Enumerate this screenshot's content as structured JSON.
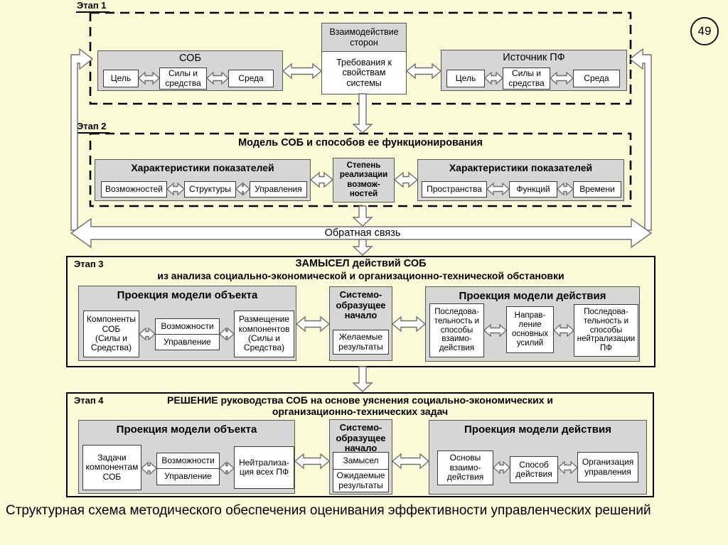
{
  "page": {
    "number": "49",
    "caption": "Структурная схема методического обеспечения оценивания эффективности управленческих решений"
  },
  "feedback": {
    "label": "Обратная связь"
  },
  "s1": {
    "label": "Этап 1",
    "left": {
      "title": "СОБ",
      "cells": [
        "Цель",
        "Силы и\nсредства",
        "Среда"
      ]
    },
    "center": {
      "header": "Взаимодействие\nсторон",
      "body": "Требования к\nсвойствам\nсистемы"
    },
    "right": {
      "title": "Источник ПФ",
      "cells": [
        "Цель",
        "Силы и\nсредства",
        "Среда"
      ]
    }
  },
  "s2": {
    "label": "Этап 2",
    "title": "Модель СОБ и способов ее функционирования",
    "left": {
      "title": "Характеристики показателей",
      "cells": [
        "Возможностей",
        "Структуры",
        "Управления"
      ]
    },
    "center": "Степень\nреализации\nвозмож-\nностей",
    "right": {
      "title": "Характеристики показателей",
      "cells": [
        "Пространства",
        "Функций",
        "Времени"
      ]
    }
  },
  "s3": {
    "label": "Этап 3",
    "title1": "ЗАМЫСЕЛ действий СОБ",
    "title2": "из анализа социально-экономической и организационно-технической обстановки",
    "left": {
      "title": "Проекция модели объекта",
      "a": "Компоненты\nСОБ\n(Силы и\nСредства)",
      "b1": "Возможности",
      "b2": "Управление",
      "c": "Размещение\nкомпонентов\n(Силы и\nСредства)"
    },
    "center": {
      "header": "Системо-\nобразущее\nначало",
      "body": "Желаемые\nрезультаты"
    },
    "right": {
      "title": "Проекция модели действия",
      "a": "Последова-\nтельность и\nспособы\nвзаимо-\nдействия",
      "b": "Направ-\nление\nосновных\nусилий",
      "c": "Последова-\nтельность и\nспособы\nнейтрализации\nПФ"
    }
  },
  "s4": {
    "label": "Этап 4",
    "title1": "РЕШЕНИЕ руководства СОБ на основе уяснения социально-экономических и",
    "title2": "организационно-технических задач",
    "left": {
      "title": "Проекция модели объекта",
      "a": "Задачи\nкомпонентам\nСОБ",
      "b1": "Возможности",
      "b2": "Управление",
      "c": "Нейтрализа-\nция всех ПФ"
    },
    "center": {
      "header": "Системо-\nобразущее\nначало",
      "body1": "Замысел",
      "body2": "Ожидаемые\nрезультаты"
    },
    "right": {
      "title": "Проекция модели действия",
      "a": "Основы\nвзаимо-\nдействия",
      "b": "Способ\nдействия",
      "c": "Организация\nуправления"
    }
  },
  "colors": {
    "background": "#FBFBD8",
    "block_gray": "#D6D6D6",
    "box_white": "#FFFFFF",
    "line_black": "#000000"
  }
}
